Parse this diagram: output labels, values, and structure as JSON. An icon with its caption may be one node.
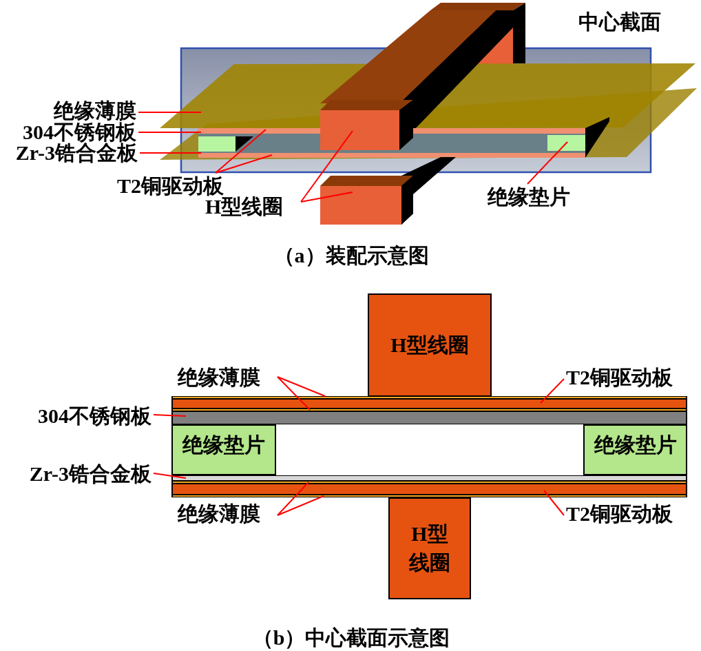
{
  "diagram": {
    "nodes": [
      {
        "text": [
          "绝缘薄膜"
        ]
      },
      {
        "text": [
          "304不锈钢板"
        ]
      },
      {
        "text": [
          "Zr-3锆合金板"
        ]
      },
      {
        "text": [
          "T2铜驱动板"
        ]
      },
      {
        "text": [
          "H型线圈"
        ]
      },
      {
        "text": [
          "绝缘垫片"
        ]
      },
      {
        "text": [
          "H型线圈"
        ]
      },
      {
        "text": [
          "绝缘薄膜"
        ]
      },
      {
        "text": [
          "T2铜驱动板"
        ]
      },
      {
        "text": [],
        "shape": "bar"
      },
      {
        "text": [],
        "shape": "bar"
      },
      {
        "text": [],
        "shape": "bar"
      },
      {
        "text": [
          "304不锈钢板"
        ]
      },
      {
        "text": [],
        "shape": "bar"
      },
      {
        "text": [
          "绝缘垫片"
        ]
      },
      {
        "text": [
          "绝缘垫片"
        ]
      },
      {
        "text": [
          "Zr-3锆合金板"
        ]
      },
      {
        "text": [],
        "shape": "bar"
      },
      {
        "text": [],
        "shape": "bar"
      },
      {
        "text": [],
        "shape": "bar"
      },
      {
        "text": [],
        "shape": "bar"
      },
      {
        "text": [
          "绝缘薄膜"
        ]
      },
      {
        "text": [
          "T2铜驱动板"
        ]
      },
      {
        "text": [
          "H型线圈"
        ]
      }
    ],
    "edges": [
      {
        "from": 0,
        "to": null,
        "arrow": "none"
      },
      {
        "from": 1,
        "to": null,
        "arrow": "none"
      },
      {
        "from": 2,
        "to": null,
        "arrow": "none"
      },
      {
        "from": 3,
        "to": null,
        "arrow": "none"
      },
      {
        "from": 3,
        "to": null,
        "arrow": "none"
      },
      {
        "from": 4,
        "to": null,
        "arrow": "none"
      },
      {
        "from": 4,
        "to": null,
        "arrow": "none"
      },
      {
        "from": 5,
        "to": null,
        "arrow": "none"
      },
      {
        "from": 7,
        "to": 9,
        "arrow": "none"
      },
      {
        "from": 7,
        "to": 11,
        "arrow": "none"
      },
      {
        "from": 12,
        "to": 13,
        "arrow": "none"
      },
      {
        "from": 16,
        "to": 17,
        "arrow": "none"
      },
      {
        "from": 21,
        "to": 18,
        "arrow": "none"
      },
      {
        "from": 21,
        "to": 20,
        "arrow": "none"
      },
      {
        "from": 8,
        "to": 10,
        "arrow": "none"
      },
      {
        "from": 22,
        "to": 19,
        "arrow": "none"
      }
    ],
    "labels": [
      "中心截面",
      "（a）装配示意图",
      "（b）中心截面示意图"
    ]
  }
}
